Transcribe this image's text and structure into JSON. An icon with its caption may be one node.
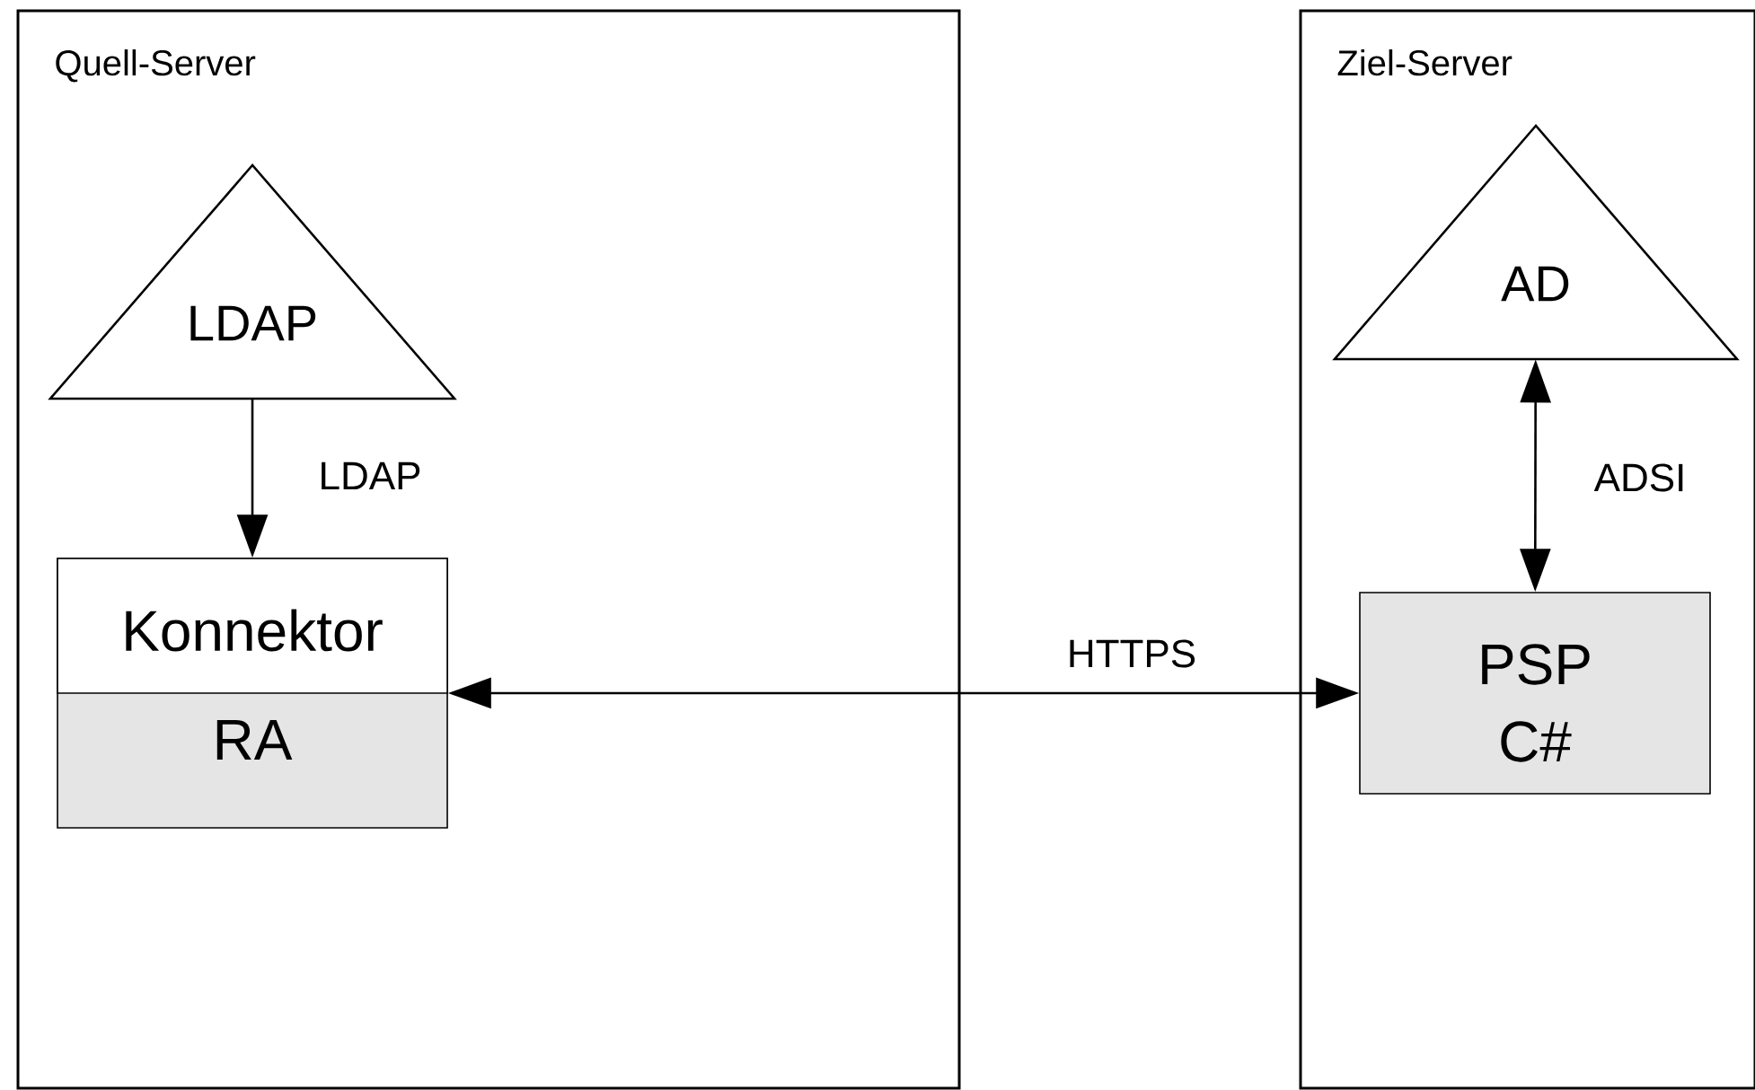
{
  "diagram": {
    "nodes": [
      {
        "text": [
          "Quell-Server"
        ]
      },
      {
        "text": [
          "LDAP"
        ],
        "in": 0
      },
      {
        "text": [
          "Konnektor",
          "RA"
        ],
        "in": 0
      },
      {
        "text": [
          "Ziel-Server"
        ]
      },
      {
        "text": [
          "AD"
        ],
        "in": 3
      },
      {
        "text": [
          "PSP",
          "C#"
        ],
        "in": 3
      }
    ],
    "edges": [
      {
        "from": 1,
        "to": 2,
        "arrow": "to",
        "label": "LDAP"
      },
      {
        "from": 2,
        "to": 5,
        "arrow": "both",
        "label": "HTTPS"
      },
      {
        "from": 4,
        "to": 5,
        "arrow": "both",
        "label": "ADSI"
      }
    ]
  }
}
